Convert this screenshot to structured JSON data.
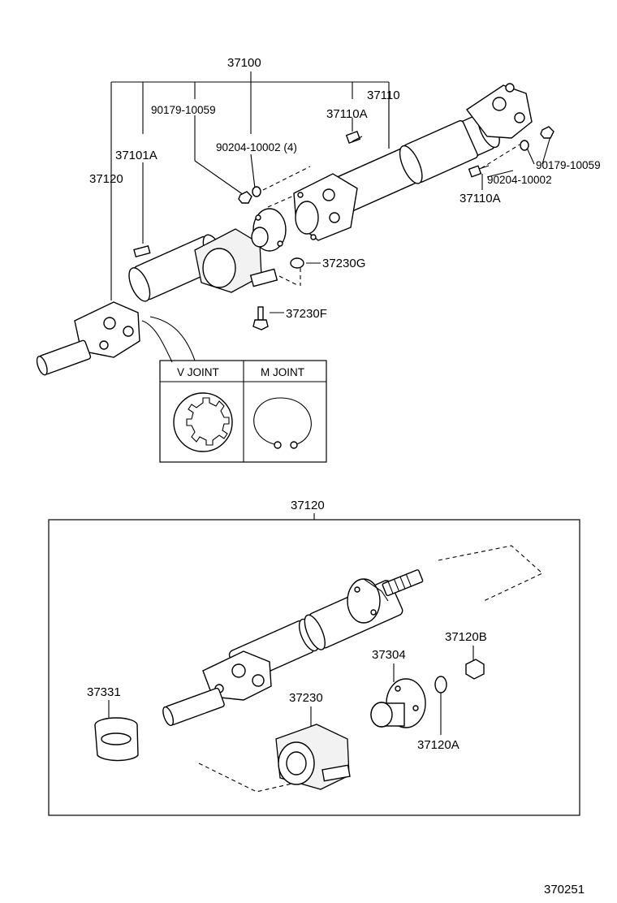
{
  "labels": {
    "assembly": "37100",
    "shaft_front": "37110",
    "bolt_top": "37110A",
    "bolt_right": "37110A",
    "nut_left": "90179-10059",
    "washer_left": "90204-10002 (4)",
    "nut_right": "90179-10059",
    "washer_right": "90204-10002",
    "plate": "37101A",
    "shaft_rear": "37120",
    "bracket_nut": "37230G",
    "bracket_bolt": "37230F",
    "detail_assembly": "37120",
    "flange_nut": "37120B",
    "flange": "37304",
    "washer": "37120A",
    "bearing": "37230",
    "dust_cover": "37331",
    "diagram_id": "370251"
  },
  "inset": {
    "v_joint": "V JOINT",
    "m_joint": "M JOINT"
  }
}
